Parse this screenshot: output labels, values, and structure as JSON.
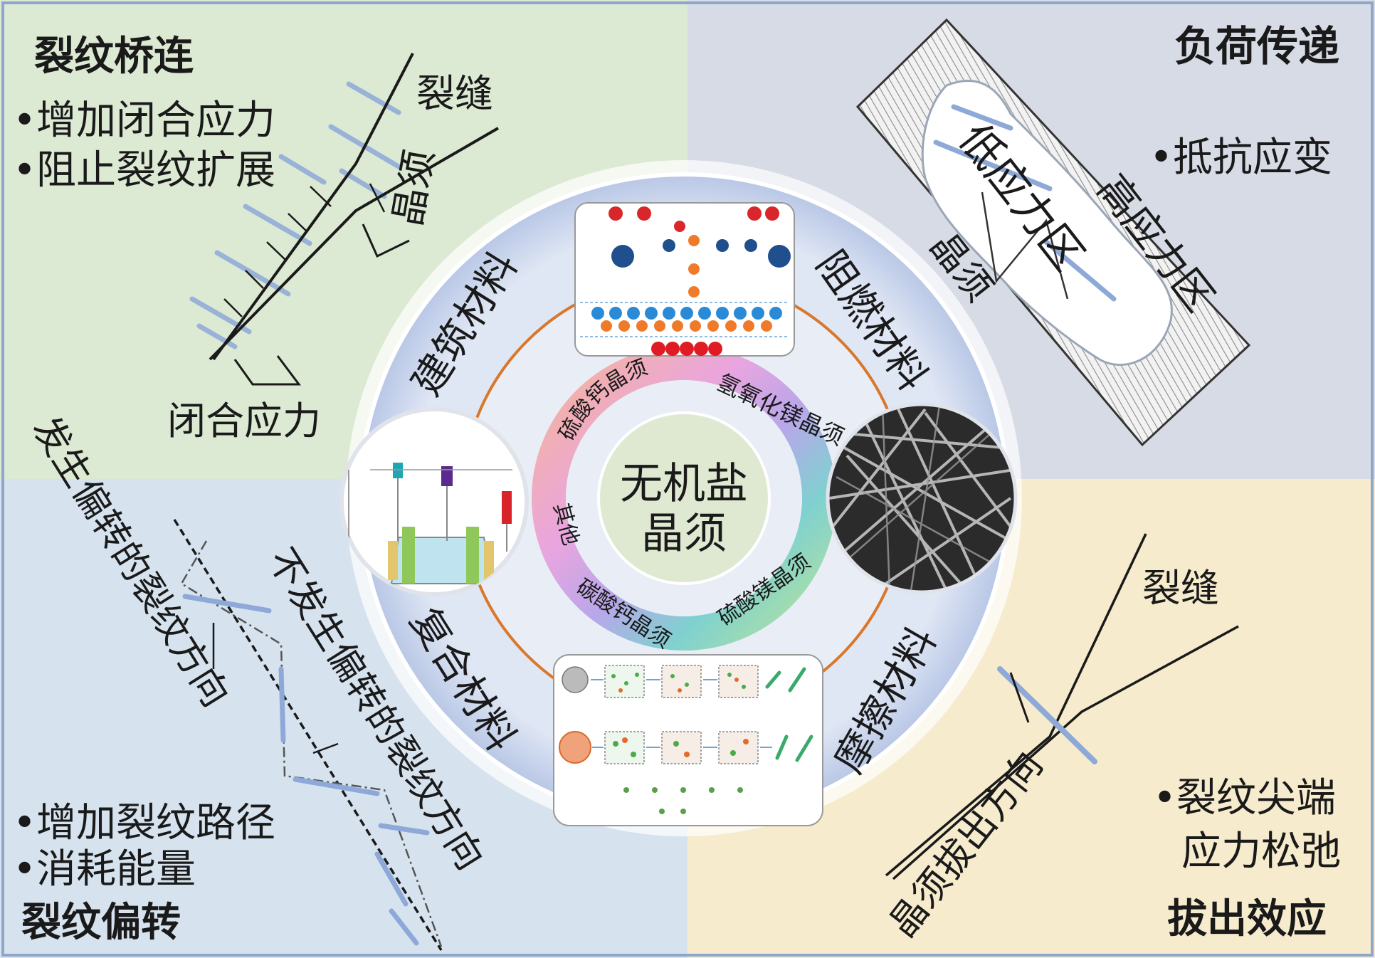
{
  "colors": {
    "quad_top_left": "#dce9d3",
    "quad_top_right": "#d6dbe5",
    "quad_bottom_left": "#d6e3ef",
    "quad_bottom_right": "#f6ebcd",
    "outer_ring": "#c3d1ea",
    "orange_ring": "#d9772a",
    "center_disc": "#dfe9d2",
    "whisker_blue": "#8ea9d8",
    "ink": "#1a1a1a",
    "frame": "#8fa6cc"
  },
  "quadrants": {
    "bridging": {
      "title": "裂纹桥连",
      "bullets": [
        "•增加闭合应力",
        "•阻止裂纹扩展"
      ],
      "crack_label": "裂缝",
      "whisker_label": "晶须",
      "stress_label": "闭合应力"
    },
    "load_transfer": {
      "title": "负荷传递",
      "bullet": "•抵抗应变",
      "low_stress": "低应力区",
      "high_stress": "高应力区",
      "whisker_label": "晶须"
    },
    "deflection": {
      "title": "裂纹偏转",
      "bullets": [
        "•增加裂纹路径",
        "•消耗能量"
      ],
      "deflect_label": "发生偏转的裂纹方向",
      "no_deflect_label": "不发生偏转的裂纹方向"
    },
    "pullout": {
      "title": "拔出效应",
      "crack_label": "裂缝",
      "pull_label": "晶须拔出方向",
      "bullets": [
        "•裂纹尖端",
        "应力松弛"
      ]
    }
  },
  "ring": {
    "applications": {
      "construction": "建筑材料",
      "flame_retardant": "阻燃材料",
      "composite": "复合材料",
      "friction": "摩擦材料"
    },
    "types": {
      "calcium_sulfate": "硫酸钙晶须",
      "magnesium_hydroxide": "氢氧化镁晶须",
      "magnesium_sulfate": "硫酸镁晶须",
      "calcium_carbonate": "碳酸钙晶须",
      "other": "其他"
    },
    "center": [
      "无机盐",
      "晶须"
    ]
  },
  "icons": {
    "top_inset": "molecular-schematic-icon",
    "left_inset": "reactor-apparatus-icon",
    "right_inset": "sem-micrograph-icon",
    "bottom_inset": "process-flow-icon"
  }
}
